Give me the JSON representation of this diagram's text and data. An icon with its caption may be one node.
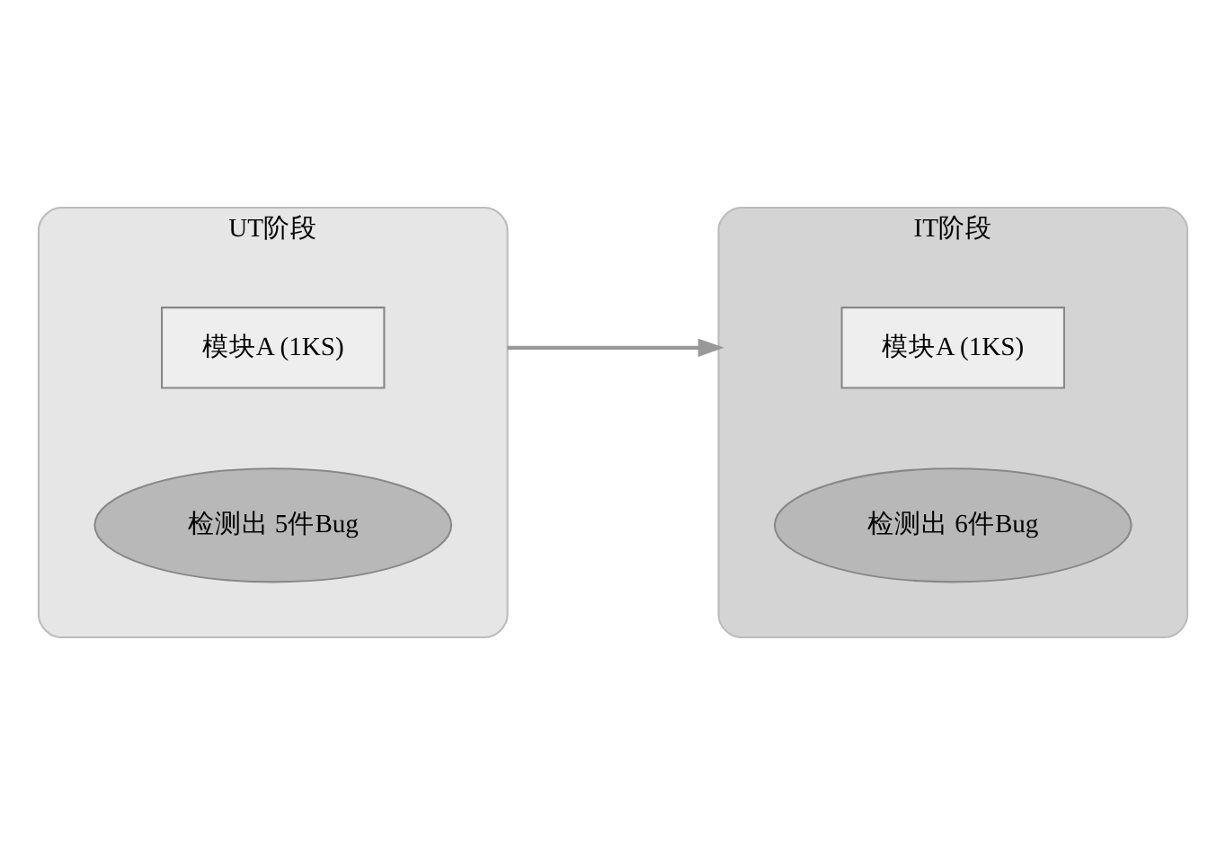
{
  "diagram": {
    "nodes": [
      {
        "text": [
          "UT阶段"
        ]
      },
      {
        "text": [
          "模块A (1KS)"
        ],
        "in": 0
      },
      {
        "text": [
          "检测出 5件Bug"
        ],
        "in": 0
      },
      {
        "text": [
          "IT阶段"
        ]
      },
      {
        "text": [
          "模块A (1KS)"
        ],
        "in": 3
      },
      {
        "text": [
          "检测出 6件Bug"
        ],
        "in": 3
      }
    ],
    "edges": [
      {
        "from": 0,
        "to": 3,
        "arrow": "to"
      }
    ]
  }
}
